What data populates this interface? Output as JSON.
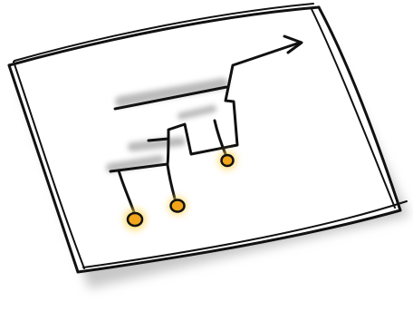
{
  "illustration": {
    "subject": "sketch-page-with-step-arrow-and-pins",
    "colors": {
      "ink": "#111111",
      "paper": "#ffffff",
      "shadow": "#8c8c8c",
      "pin_fill": "#f2a51a",
      "pin_glow": "#ffd24d"
    },
    "pins": [
      {
        "name": "pin-1"
      },
      {
        "name": "pin-2"
      },
      {
        "name": "pin-3"
      }
    ]
  }
}
